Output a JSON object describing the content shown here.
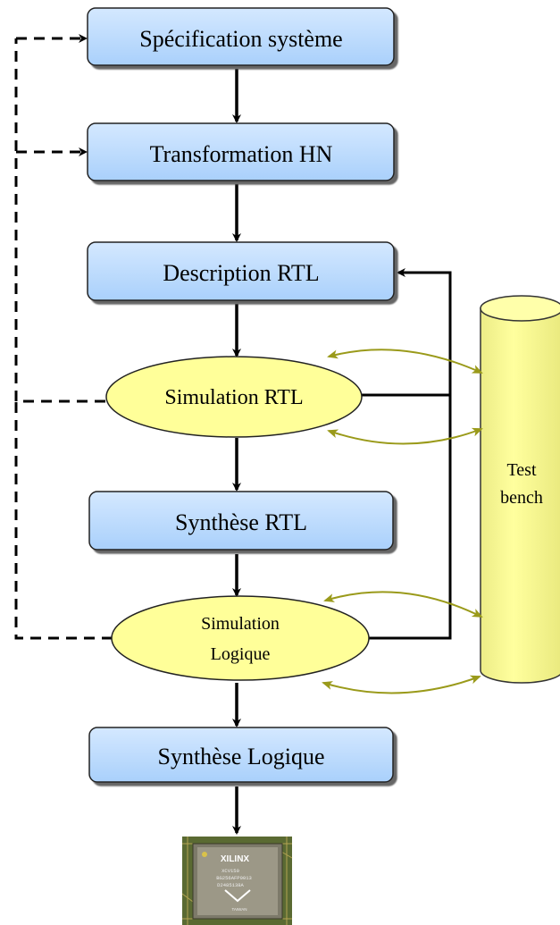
{
  "steps": {
    "spec": "Spécification système",
    "transform": "Transformation HN",
    "rtl_desc": "Description RTL",
    "rtl_synth": "Synthèse RTL",
    "logic_synth": "Synthèse Logique"
  },
  "simulations": {
    "rtl": "Simulation RTL",
    "logic_line1": "Simulation",
    "logic_line2": "Logique"
  },
  "testbench": {
    "line1": "Test",
    "line2": "bench"
  },
  "chip": {
    "brand": "XILINX",
    "line1": "XCV150",
    "line2": "BG256AFP0013",
    "line3": "D2485138A",
    "footer": "TAIWAN"
  },
  "colors": {
    "box_fill": "#bcdcff",
    "ellipse_fill": "#ffff99",
    "cylinder_fill": "#ffff99",
    "bidir_arrow": "#9a9a1a",
    "flow_arrow": "#000000"
  }
}
